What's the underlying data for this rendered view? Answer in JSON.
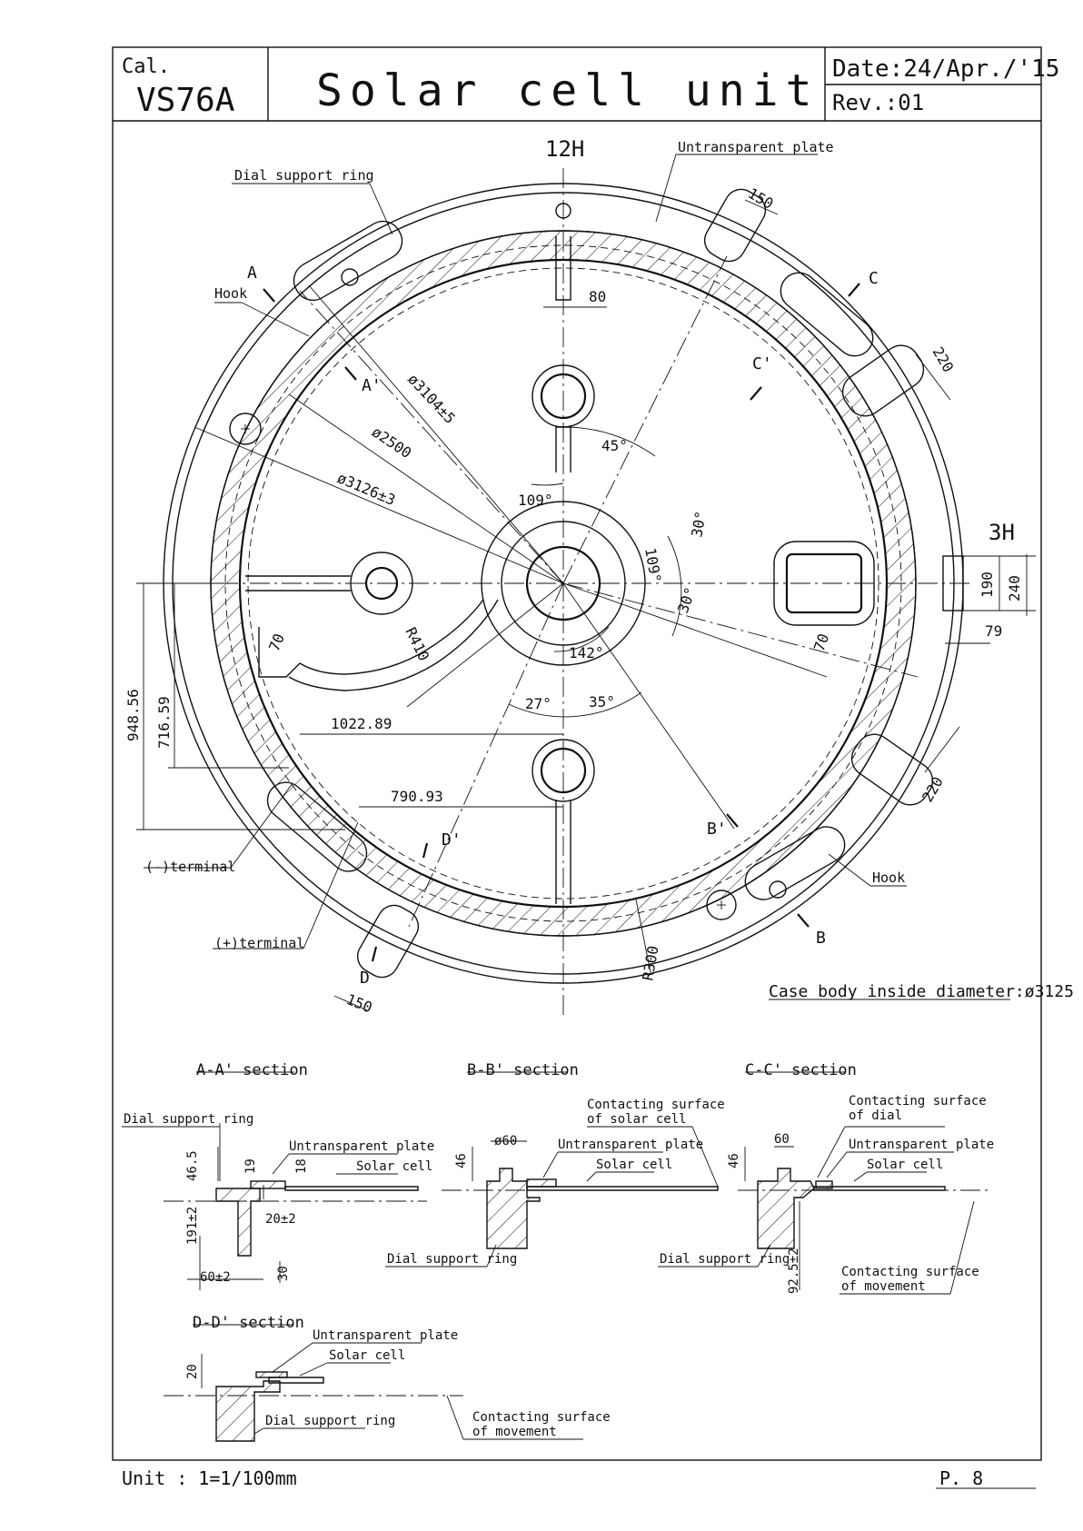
{
  "title_block": {
    "cal_label": "Cal.",
    "cal_value": "VS76A",
    "title": "Solar cell unit",
    "date": "Date:24/Apr./'15",
    "revision": "Rev.:01"
  },
  "plan_view": {
    "label_12h": "12H",
    "label_3h": "3H",
    "case_inside_diameter": "Case body inside diameter:ø3125",
    "callouts": {
      "dial_support_ring": "Dial support ring",
      "untransparent_plate": "Untransparent plate",
      "hook_left": "Hook",
      "hook_right": "Hook",
      "neg_terminal": "(-)terminal",
      "pos_terminal": "(+)terminal"
    },
    "section_marks": {
      "a": "A",
      "a_prime": "A'",
      "b": "B",
      "b_prime": "B'",
      "c": "C",
      "c_prime": "C'",
      "d": "D",
      "d_prime": "D'"
    },
    "dimensions": {
      "d150_top": "150",
      "d80": "80",
      "d220_top": "220",
      "d3104": "ø3104±5",
      "d2500": "ø2500",
      "d3126": "ø3126±3",
      "a45": "45°",
      "a109_left": "109°",
      "a109_right": "109°",
      "a30_top": "30°",
      "a30_bottom": "30°",
      "d190": "190",
      "d240": "240",
      "d79": "79",
      "r410": "R410",
      "d70_left": "70",
      "d70_right": "70",
      "a142": "142°",
      "a27": "27°",
      "a35": "35°",
      "d948": "948.56",
      "d716": "716.59",
      "d1022": "1022.89",
      "d790": "790.93",
      "d220_bottom": "220",
      "d150_bottom": "150",
      "r300": "R300"
    }
  },
  "sections": {
    "aa": {
      "title": "A-A' section",
      "dial_support_ring": "Dial support ring",
      "untransparent_plate": "Untransparent plate",
      "solar_cell": "Solar cell",
      "d46_5": "46.5",
      "d19": "19",
      "d18": "18",
      "d191": "191±2",
      "d20": "20±2",
      "d60": "60±2",
      "d30": "30"
    },
    "bb": {
      "title": "B-B' section",
      "contacting_solar_1": "Contacting surface",
      "contacting_solar_2": "of solar cell",
      "d60": "ø60",
      "untransparent_plate": "Untransparent plate",
      "solar_cell": "Solar cell",
      "d46": "46",
      "dial_support_ring": "Dial support ring"
    },
    "cc": {
      "title": "C-C' section",
      "contacting_dial_1": "Contacting surface",
      "contacting_dial_2": "of dial",
      "d60": "60",
      "untransparent_plate": "Untransparent plate",
      "solar_cell": "Solar cell",
      "d46": "46",
      "dial_support_ring": "Dial support ring",
      "d92_5": "92.5±2",
      "contacting_movement_1": "Contacting surface",
      "contacting_movement_2": "of movement"
    },
    "dd": {
      "title": "D-D' section",
      "untransparent_plate": "Untransparent plate",
      "solar_cell": "Solar cell",
      "d20": "20",
      "dial_support_ring": "Dial support ring",
      "contacting_movement_1": "Contacting surface",
      "contacting_movement_2": "of movement"
    }
  },
  "footer": {
    "unit": "Unit : 1=1/100mm",
    "page": "P. 8"
  }
}
